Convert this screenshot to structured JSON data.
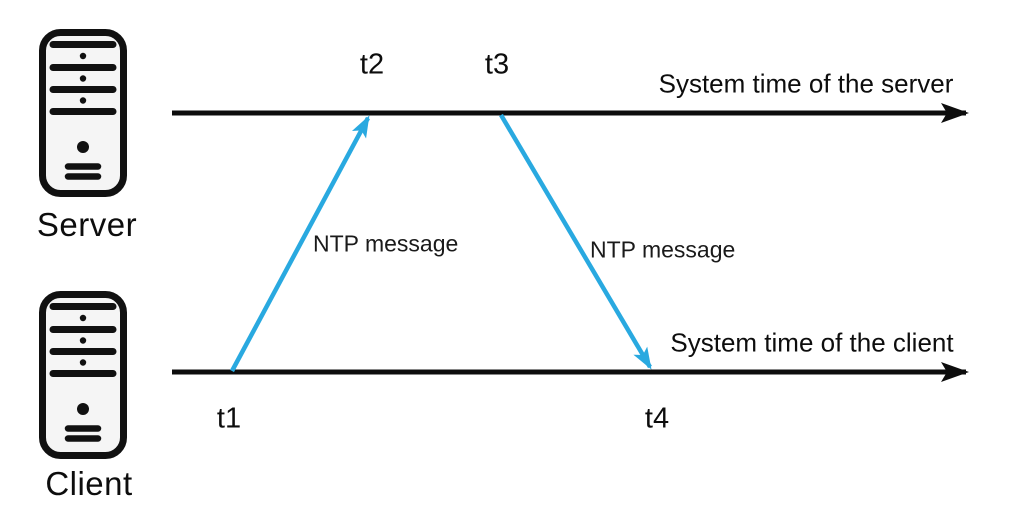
{
  "diagram": {
    "nodes": {
      "server": {
        "label": "Server"
      },
      "client": {
        "label": "Client"
      }
    },
    "timelines": {
      "server": {
        "label": "System time of the server"
      },
      "client": {
        "label": "System time of the client"
      }
    },
    "timestamps": {
      "t1": "t1",
      "t2": "t2",
      "t3": "t3",
      "t4": "t4"
    },
    "messages": {
      "request": {
        "label": "NTP message"
      },
      "response": {
        "label": "NTP message"
      }
    },
    "icons": {
      "server": "tower-computer-icon",
      "client": "tower-computer-icon"
    },
    "colors": {
      "timeline": "#0d0d0d",
      "message_arrow": "#29a9e0",
      "background": "#ffffff"
    }
  }
}
